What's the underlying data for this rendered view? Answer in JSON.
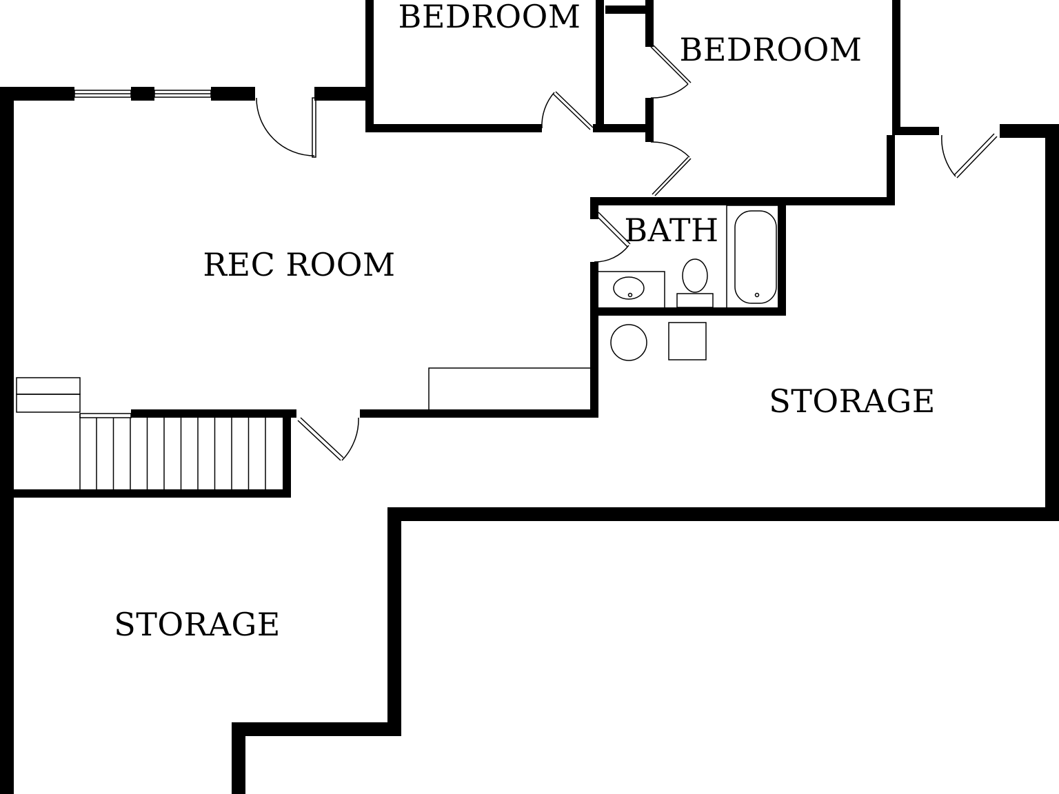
{
  "floor_plan": {
    "rooms": {
      "bedroom_1": "BEDROOM",
      "bedroom_2": "BEDROOM",
      "bath": "BATH",
      "rec_room": "REC ROOM",
      "storage_right": "STORAGE",
      "storage_left": "STORAGE"
    },
    "colors": {
      "wall": "#000000",
      "background": "#ffffff"
    }
  }
}
